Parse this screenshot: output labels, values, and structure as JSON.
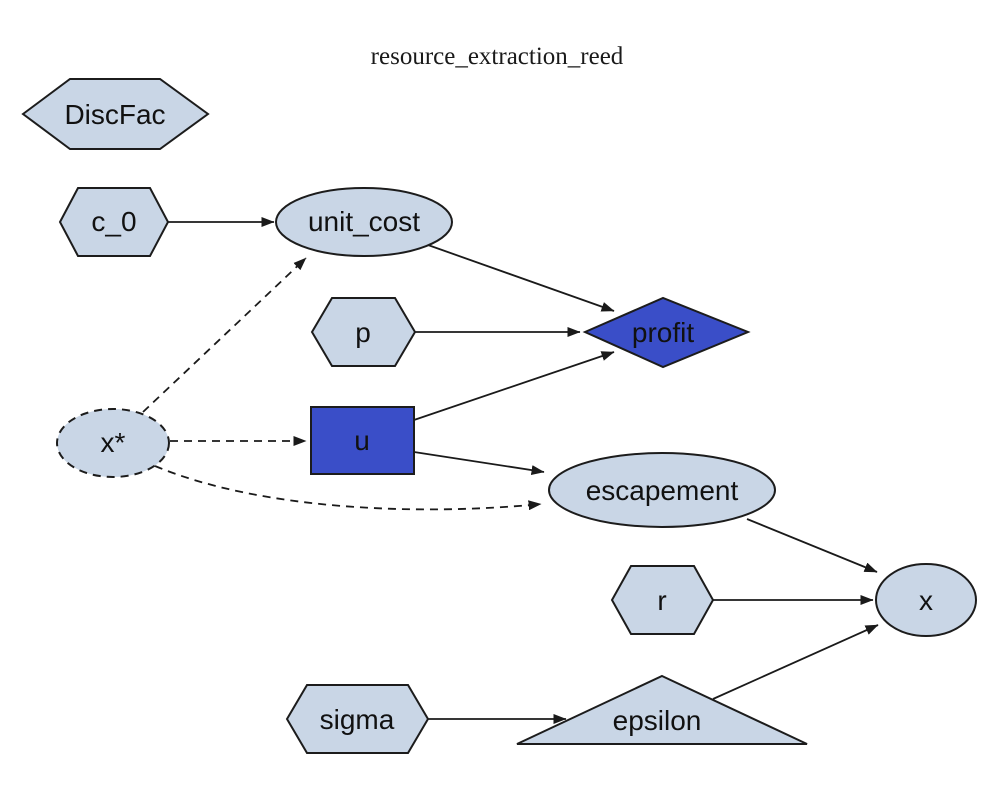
{
  "diagram": {
    "title": "resource_extraction_reed",
    "type": "directed-graph",
    "colors": {
      "background": "#ffffff",
      "node_fill": "#c9d6e6",
      "highlight_fill": "#3a4ec8",
      "border": "#1c1c1c",
      "edge": "#1a1a1a",
      "text": "#111111"
    },
    "nodes": [
      {
        "id": "DiscFac",
        "label": "DiscFac",
        "shape": "hexagon",
        "style": "solid"
      },
      {
        "id": "c_0",
        "label": "c_0",
        "shape": "hexagon",
        "style": "solid"
      },
      {
        "id": "unit_cost",
        "label": "unit_cost",
        "shape": "ellipse",
        "style": "solid"
      },
      {
        "id": "p",
        "label": "p",
        "shape": "hexagon",
        "style": "solid"
      },
      {
        "id": "profit",
        "label": "profit",
        "shape": "diamond",
        "style": "filled-blue"
      },
      {
        "id": "x_star",
        "label": "x*",
        "shape": "ellipse",
        "style": "dashed"
      },
      {
        "id": "u",
        "label": "u",
        "shape": "rectangle",
        "style": "filled-blue"
      },
      {
        "id": "escapement",
        "label": "escapement",
        "shape": "ellipse",
        "style": "solid"
      },
      {
        "id": "r",
        "label": "r",
        "shape": "hexagon",
        "style": "solid"
      },
      {
        "id": "x",
        "label": "x",
        "shape": "ellipse",
        "style": "solid"
      },
      {
        "id": "sigma",
        "label": "sigma",
        "shape": "hexagon",
        "style": "solid"
      },
      {
        "id": "epsilon",
        "label": "epsilon",
        "shape": "triangle",
        "style": "solid"
      }
    ],
    "edges": [
      {
        "from": "c_0",
        "to": "unit_cost",
        "style": "solid"
      },
      {
        "from": "x_star",
        "to": "unit_cost",
        "style": "dashed"
      },
      {
        "from": "unit_cost",
        "to": "profit",
        "style": "solid"
      },
      {
        "from": "p",
        "to": "profit",
        "style": "solid"
      },
      {
        "from": "u",
        "to": "profit",
        "style": "solid"
      },
      {
        "from": "x_star",
        "to": "u",
        "style": "dashed"
      },
      {
        "from": "u",
        "to": "escapement",
        "style": "solid"
      },
      {
        "from": "x_star",
        "to": "escapement",
        "style": "dashed"
      },
      {
        "from": "escapement",
        "to": "x",
        "style": "solid"
      },
      {
        "from": "r",
        "to": "x",
        "style": "solid"
      },
      {
        "from": "sigma",
        "to": "epsilon",
        "style": "solid"
      },
      {
        "from": "epsilon",
        "to": "x",
        "style": "solid"
      }
    ]
  }
}
